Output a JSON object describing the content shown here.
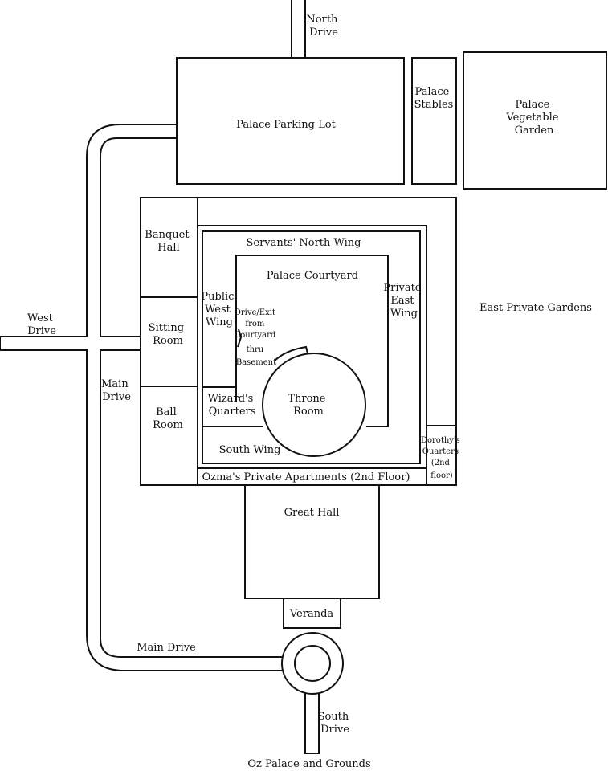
{
  "title": "Oz Palace and Grounds",
  "colors": {
    "line": "#111111",
    "background": "#ffffff"
  },
  "roads": {
    "north_drive": [
      "North",
      "Drive"
    ],
    "west_drive": [
      "West",
      "Drive"
    ],
    "main_drive_vertical": [
      "Main",
      "Drive"
    ],
    "main_drive_bottom": "Main Drive",
    "south_drive": [
      "South",
      "Drive"
    ]
  },
  "buildings": {
    "parking_lot": "Palace Parking Lot",
    "stables": [
      "Palace",
      "Stables"
    ],
    "vegetable_garden": [
      "Palace",
      "Vegetable",
      "Garden"
    ],
    "banquet_hall": [
      "Banquet",
      "Hall"
    ],
    "sitting_room": [
      "Sitting",
      "Room"
    ],
    "ball_room": [
      "Ball",
      "Room"
    ],
    "servants_north_wing": "Servants' North Wing",
    "palace_courtyard": "Palace Courtyard",
    "public_west_wing": [
      "Public",
      "West",
      "Wing"
    ],
    "private_east_wing": [
      "Private",
      "East",
      "Wing"
    ],
    "drive_exit": [
      "Drive/Exit",
      "from",
      "Courtyard",
      "thru",
      "Basement"
    ],
    "wizards_quarters": [
      "Wizard's",
      "Quarters"
    ],
    "throne_room": [
      "Throne",
      "Room"
    ],
    "south_wing": "South Wing",
    "dorothys_quarters": [
      "Dorothy's",
      "Quarters",
      "(2nd",
      "floor)"
    ],
    "ozmas_apartments": "Ozma's Private Apartments (2nd Floor)",
    "great_hall": "Great Hall",
    "veranda": "Veranda",
    "east_private_gardens": "East Private Gardens"
  }
}
